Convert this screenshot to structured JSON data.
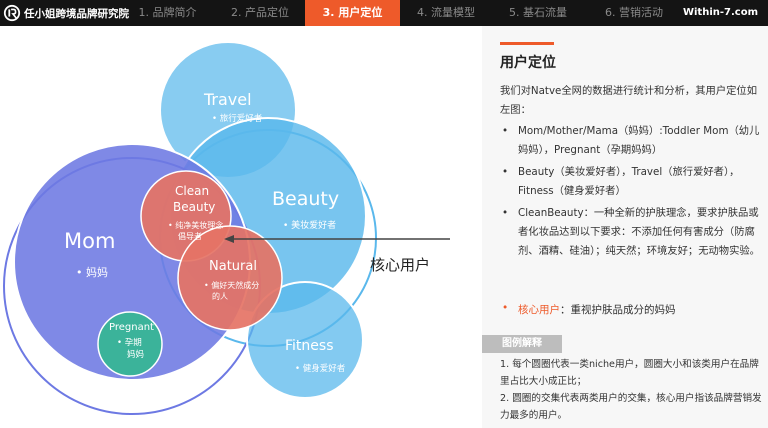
{
  "brand": {
    "name": "任小姐跨境品牌研究院"
  },
  "nav": {
    "items": [
      {
        "label": "1. 品牌简介",
        "active": false
      },
      {
        "label": "2. 产品定位",
        "active": false
      },
      {
        "label": "3. 用户定位",
        "active": true
      },
      {
        "label": "4. 流量模型",
        "active": false
      },
      {
        "label": "5. 基石流量",
        "active": false
      },
      {
        "label": "6. 营销活动",
        "active": false
      }
    ],
    "site": "Within-7.com"
  },
  "diagram": {
    "circles": {
      "travel": {
        "title": "Travel",
        "sub": "• 旅行爱好者"
      },
      "beauty": {
        "title": "Beauty",
        "sub": "• 美妆爱好者"
      },
      "mom": {
        "title": "Mom",
        "sub": "• 妈妈"
      },
      "pregnant": {
        "title": "Pregnant",
        "sub1": "• 孕期",
        "sub2": "妈妈"
      },
      "clean": {
        "title1": "Clean",
        "title2": "Beauty",
        "sub1": "• 纯净美妆理念",
        "sub2": "倡导者"
      },
      "natural": {
        "title": "Natural",
        "sub1": "• 偏好天然成分",
        "sub2": "的人"
      },
      "fitness": {
        "title": "Fitness",
        "sub": "• 健身爱好者"
      }
    },
    "core_label": "核心用户"
  },
  "panel": {
    "title": "用户定位",
    "intro": "我们对Natve全网的数据进行统计和分析，其用户定位如左图：",
    "bullets": [
      "Mom/Mother/Mama（妈妈）:Toddler Mom（幼儿妈妈），Pregnant（孕期妈妈）",
      "Beauty（美妆爱好者），Travel（旅行爱好者），Fitness（健身爱好者）",
      "CleanBeauty：一种全新的护肤理念，要求护肤品或者化妆品达到以下要求：不添加任何有害成分（防腐剂、酒精、硅油）；纯天然；环境友好；无动物实验。"
    ],
    "core_prefix": "核心用户",
    "core_text": "：重视护肤品成分的妈妈",
    "legend_tag": "图例解释",
    "notes": [
      "1. 每个圆圈代表一类niche用户，圆圈大小和该类用户在品牌里占比大小成正比；",
      "2. 圆圈的交集代表两类用户的交集，核心用户指该品牌营销发力最多的用户。"
    ]
  },
  "colors": {
    "accent": "#ee5a2a",
    "topbar": "#141414",
    "light_blue": "#5ab8ec",
    "mom_blue": "#6d79e3",
    "coral": "#e57365",
    "teal": "#3bb39a"
  }
}
